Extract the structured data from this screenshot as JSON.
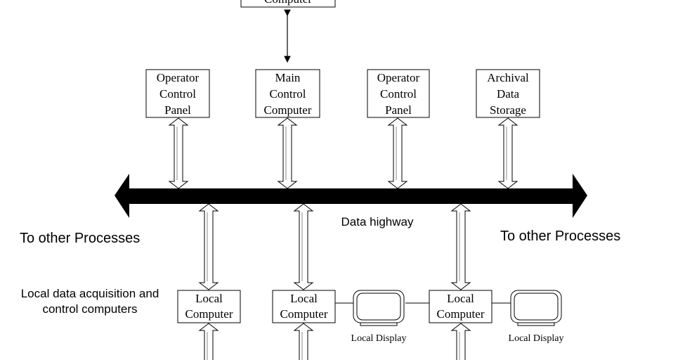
{
  "top_box": {
    "line2": "Computer"
  },
  "upper_boxes": [
    {
      "lines": [
        "Operator",
        "Control",
        "Panel"
      ]
    },
    {
      "lines": [
        "Main",
        "Control",
        "Computer"
      ]
    },
    {
      "lines": [
        "Operator",
        "Control",
        "Panel"
      ]
    },
    {
      "lines": [
        "Archival",
        "Data",
        "Storage"
      ]
    }
  ],
  "bus_label": "Data highway",
  "left_label": "To other Processes",
  "right_label": "To other Processes",
  "local_group_label": [
    "Local data acquisition and",
    "control computers"
  ],
  "local_computers": [
    {
      "lines": [
        "Local",
        "Computer"
      ]
    },
    {
      "lines": [
        "Local",
        "Computer"
      ]
    },
    {
      "lines": [
        "Local",
        "Computer"
      ]
    }
  ],
  "displays": [
    {
      "label": "Local Display"
    },
    {
      "label": "Local Display"
    }
  ],
  "colors": {
    "bus": "#000000",
    "line": "#000000"
  }
}
